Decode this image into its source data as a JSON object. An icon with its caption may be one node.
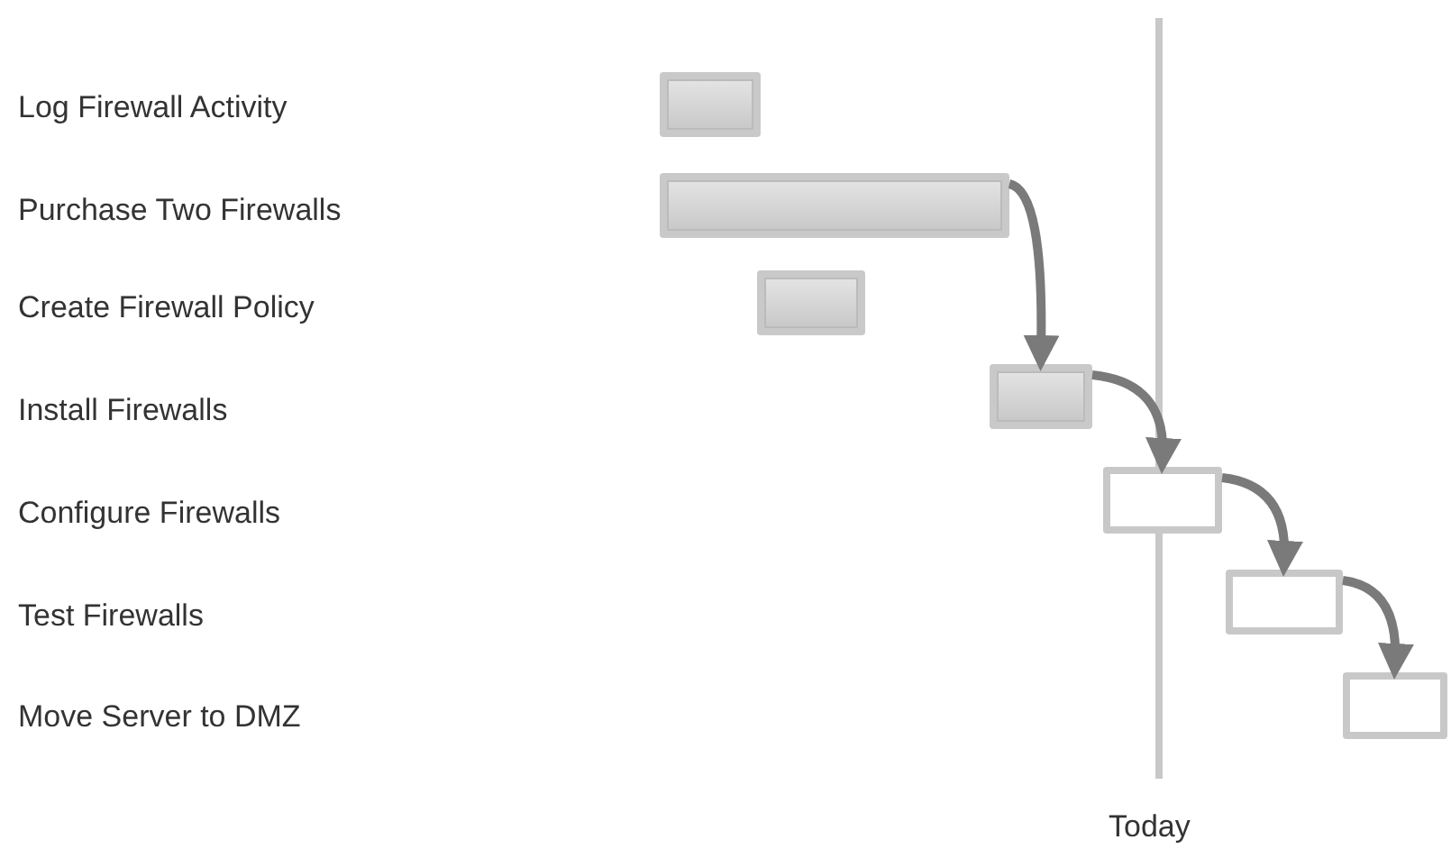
{
  "diagram": {
    "nodes": [
      {
        "text": [],
        "shape": "bar"
      },
      {
        "text": [],
        "shape": "bar"
      },
      {
        "text": [],
        "shape": "bar"
      },
      {
        "text": [],
        "shape": "bar"
      },
      {
        "text": [],
        "shape": "bar"
      },
      {
        "text": [],
        "shape": "bar"
      },
      {
        "text": [],
        "shape": "bar"
      }
    ],
    "edges": [
      {
        "from": 1,
        "to": 3,
        "arrow": "to"
      },
      {
        "from": 3,
        "to": 4,
        "arrow": "to"
      },
      {
        "from": 4,
        "to": 5,
        "arrow": "to"
      },
      {
        "from": 5,
        "to": 6,
        "arrow": "to"
      }
    ],
    "labels": [
      "Log Firewall Activity",
      "Purchase Two Firewalls",
      "Create Firewall Policy",
      "Install Firewalls",
      "Configure Firewalls",
      "Test Firewalls",
      "Move Server to DMZ",
      "Today"
    ]
  }
}
